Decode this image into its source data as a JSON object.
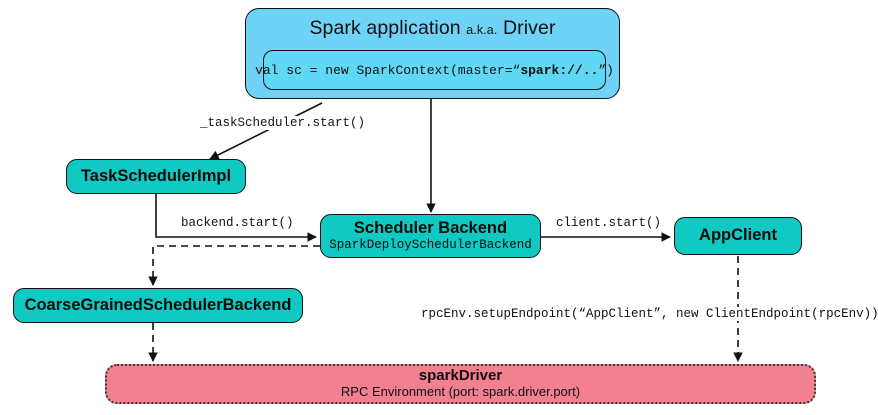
{
  "diagram": {
    "title": "Spark application driver scheduler backend architecture",
    "background_color": "#ffffff",
    "colors": {
      "driver_fill": "#6fd2f7",
      "code_fill": "#5fd7f5",
      "component_fill": "#0fc9c2",
      "rpc_env_fill": "#f2808e",
      "stroke": "#111111"
    }
  },
  "driver": {
    "title_main": "Spark application ",
    "title_aka": "a.k.a.",
    "title_tail": " Driver",
    "code": {
      "prefix": "val sc = new SparkContext(master=“",
      "highlight": "spark://..",
      "suffix": "”)"
    }
  },
  "nodes": {
    "task_scheduler_impl": {
      "title": "TaskSchedulerImpl"
    },
    "scheduler_backend": {
      "title": "Scheduler Backend",
      "subtitle": "SparkDeploySchedulerBackend"
    },
    "app_client": {
      "title": "AppClient"
    },
    "coarse_grained_scheduler_backend": {
      "title": "CoarseGrainedSchedulerBackend"
    },
    "spark_driver": {
      "title": "sparkDriver",
      "subtitle": "RPC Environment (port: spark.driver.port)"
    }
  },
  "edges": {
    "task_scheduler_start": "_taskScheduler.start()",
    "backend_start": "backend.start()",
    "client_start": "client.start()",
    "rpc_setup_endpoint": "rpcEnv.setupEndpoint(“AppClient”, new ClientEndpoint(rpcEnv))"
  }
}
